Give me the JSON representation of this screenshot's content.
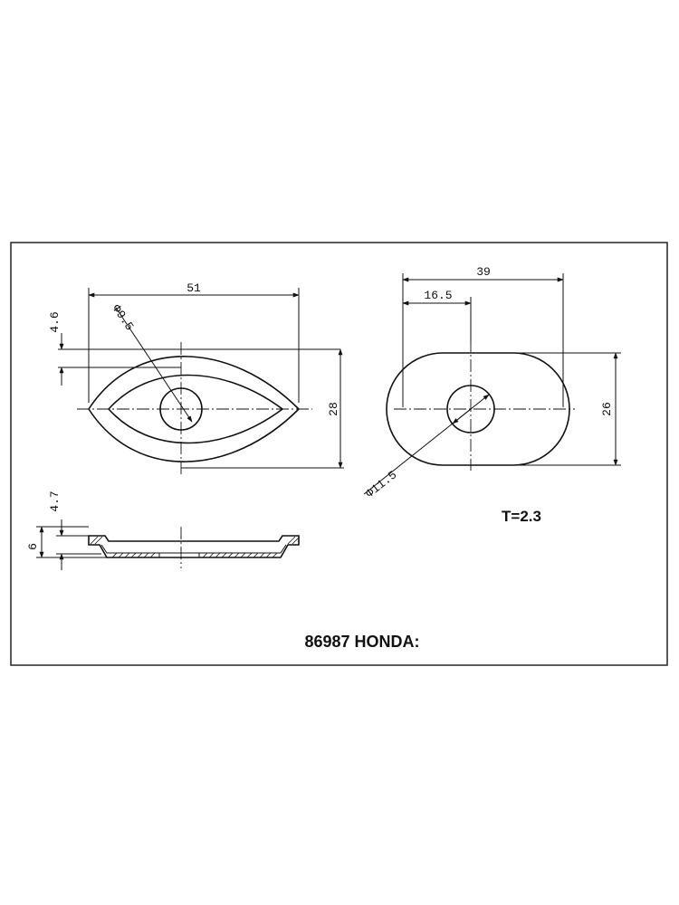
{
  "dimensions": {
    "left_view": {
      "width": "51",
      "hole_diameter": "Φ9.5",
      "offset": "4.6",
      "height": "28"
    },
    "right_view": {
      "width": "39",
      "hole_offset": "16.5",
      "height": "26",
      "hole_diameter": "Φ11.5"
    },
    "section_view": {
      "step": "4.7",
      "depth": "6"
    }
  },
  "thickness_note": "T=2.3",
  "part_label": "86987 HONDA:"
}
